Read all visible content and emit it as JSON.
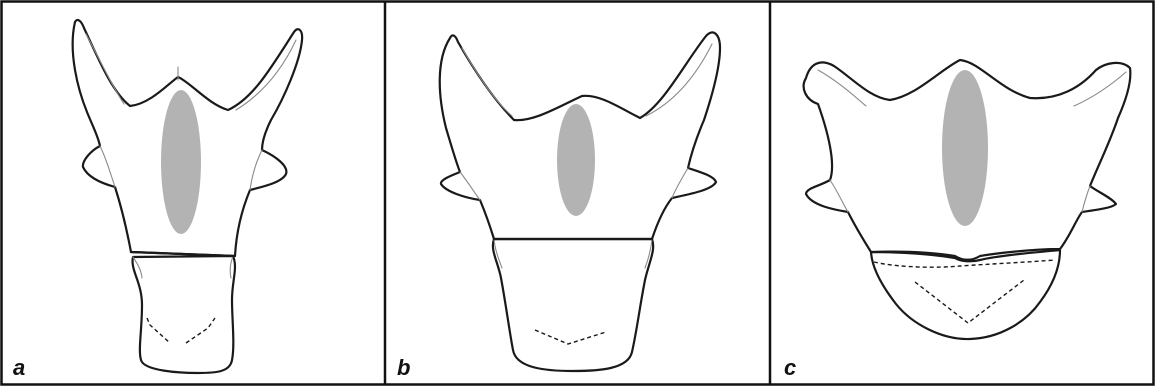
{
  "panels": [
    {
      "label": "a"
    },
    {
      "label": "b"
    },
    {
      "label": "c"
    }
  ],
  "colors": {
    "outline": "#1a1a1a",
    "spot": "#b3b3b3",
    "frame": "#111111"
  }
}
